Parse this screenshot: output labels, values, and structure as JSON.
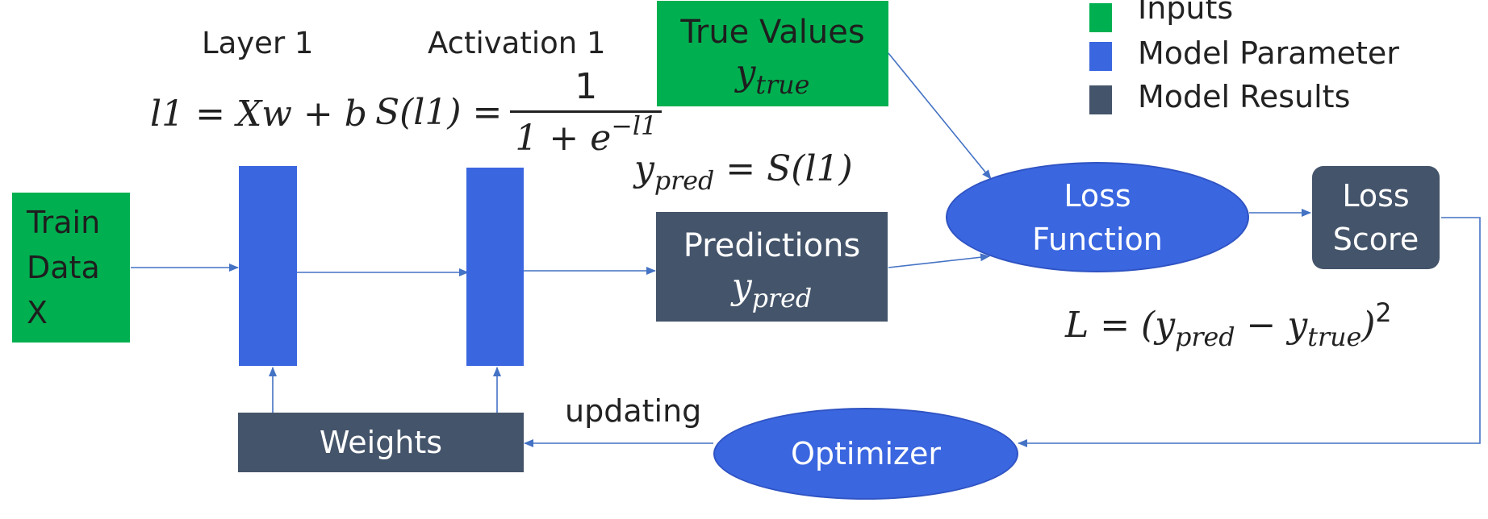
{
  "legend": {
    "items": [
      {
        "label": "Inputs",
        "color": "#00b050"
      },
      {
        "label": "Model Parameter",
        "color": "#3a66e0"
      },
      {
        "label": "Model Results",
        "color": "#44546a"
      }
    ]
  },
  "headings": {
    "layer": "Layer 1",
    "activation": "Activation 1"
  },
  "formulas": {
    "layer_eq": {
      "l": "l1",
      "eq": "=",
      "rhs": "Xw + b"
    },
    "activation_eq": {
      "lhs": "S(l1) =",
      "num": "1",
      "den_base": "1 + e",
      "den_exp": "−l1"
    },
    "pred_eq": {
      "y": "y",
      "sub": "pred",
      "rhs": "= S(l1)"
    },
    "loss_eq": {
      "lhs": "L = (y",
      "sub1": "pred",
      "mid": " − y",
      "sub2": "true",
      "close": ")",
      "exp": "2"
    }
  },
  "nodes": {
    "train_data": {
      "lines": [
        "Train",
        "Data",
        "X"
      ]
    },
    "true_values": {
      "title": "True Values",
      "var": "y",
      "sub": "true"
    },
    "predictions": {
      "title": "Predictions",
      "var": "y",
      "sub": "pred"
    },
    "loss_function": {
      "lines": [
        "Loss",
        "Function"
      ]
    },
    "loss_score": {
      "lines": [
        "Loss",
        "Score"
      ]
    },
    "optimizer": {
      "label": "Optimizer"
    },
    "weights": {
      "label": "Weights"
    }
  },
  "edge_labels": {
    "updating": "updating"
  },
  "colors": {
    "inputs": "#00b050",
    "model_parameter": "#3a66e0",
    "model_results": "#44546a",
    "arrow": "#4472c4"
  }
}
